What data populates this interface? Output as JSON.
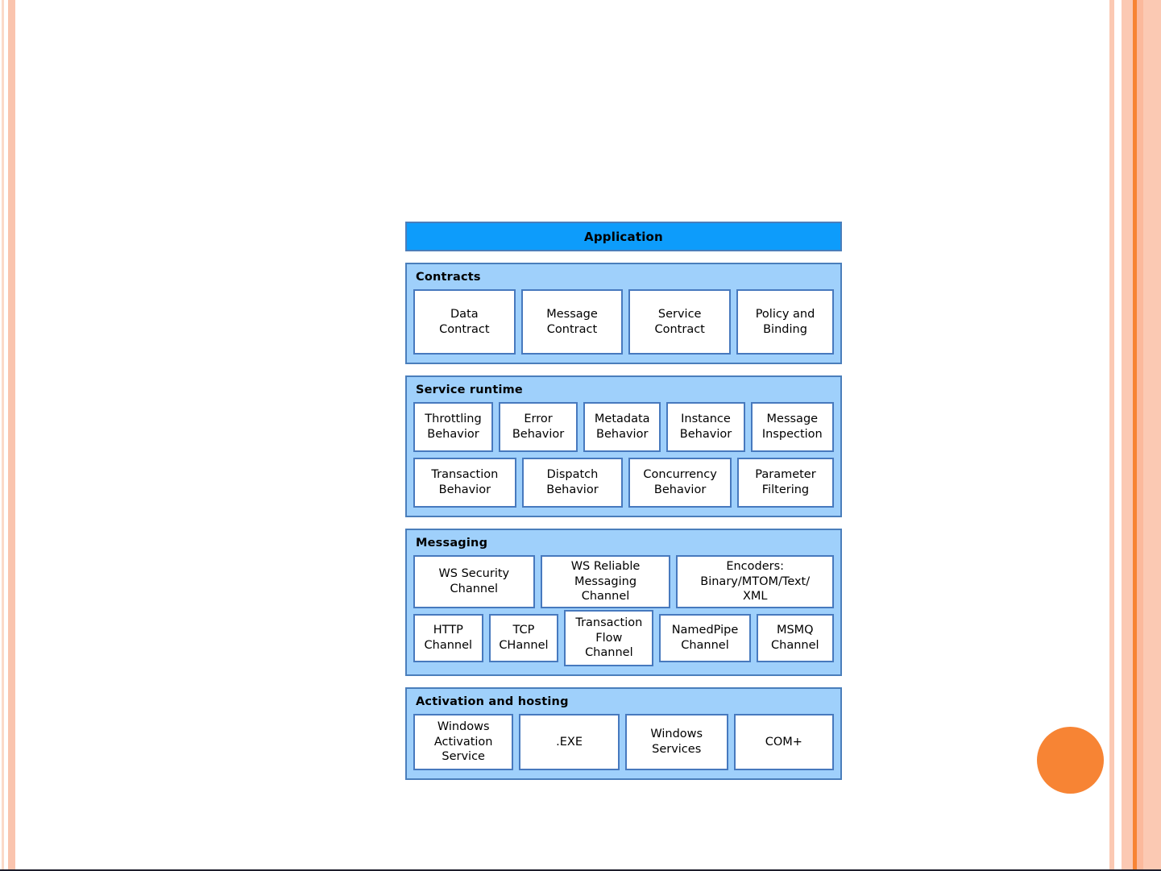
{
  "slide": {
    "background_color": "#ffffff",
    "decoration": {
      "circle_color": "#f78434",
      "stripe_colors": [
        "#fbd9c8",
        "#fac4ae",
        "#f78434"
      ],
      "bottom_rule_color": "#1d1d2b"
    }
  },
  "diagram": {
    "title_bar": {
      "label": "Application",
      "fill_color": "#0d9cfb",
      "border_color": "#4a7ebb"
    },
    "layer_fill_color": "#9fd0fb",
    "layer_border_color": "#4a7ebb",
    "cell_fill_color": "#ffffff",
    "cell_border_color": "#4779be",
    "layers": [
      {
        "title": "Contracts",
        "rows": [
          {
            "cells": [
              "Data\nContract",
              "Message\nContract",
              "Service\nContract",
              "Policy and\nBinding"
            ]
          }
        ]
      },
      {
        "title": "Service runtime",
        "rows": [
          {
            "cells": [
              "Throttling\nBehavior",
              "Error\nBehavior",
              "Metadata\nBehavior",
              "Instance\nBehavior",
              "Message\nInspection"
            ]
          },
          {
            "cells": [
              "Transaction\nBehavior",
              "Dispatch\nBehavior",
              "Concurrency\nBehavior",
              "Parameter\nFiltering"
            ]
          }
        ]
      },
      {
        "title": "Messaging",
        "rows": [
          {
            "cells": [
              "WS Security\nChannel",
              "WS Reliable\nMessaging\nChannel",
              "Encoders:\nBinary/MTOM/Text/\nXML"
            ]
          },
          {
            "cells": [
              "HTTP\nChannel",
              "TCP\nCHannel",
              "Transaction\nFlow\nChannel",
              "NamedPipe\nChannel",
              "MSMQ\nChannel"
            ]
          }
        ]
      },
      {
        "title": "Activation and hosting",
        "rows": [
          {
            "cells": [
              "Windows\nActivation\nService",
              ".EXE",
              "Windows\nServices",
              "COM+"
            ]
          }
        ]
      }
    ]
  }
}
